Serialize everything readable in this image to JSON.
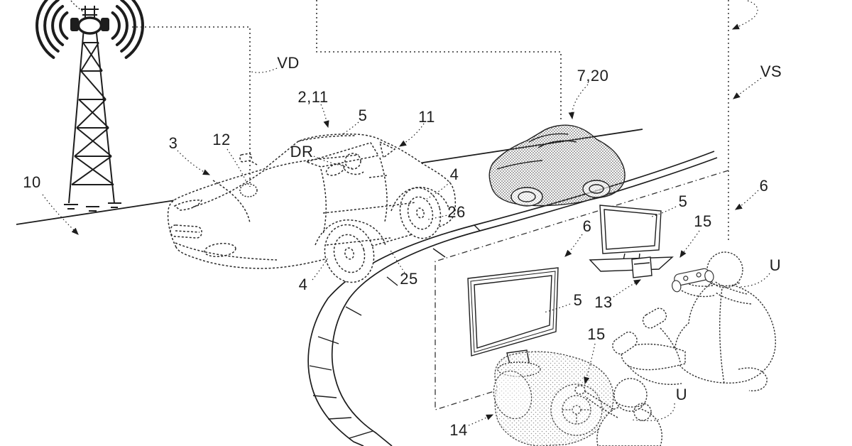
{
  "figure": {
    "background_color": "#ffffff",
    "ink_color": "#1d1d1d",
    "labels": [
      {
        "text": "10"
      },
      {
        "text": "VD"
      },
      {
        "text": "2,11"
      },
      {
        "text": "5"
      },
      {
        "text": "11"
      },
      {
        "text": "3"
      },
      {
        "text": "12"
      },
      {
        "text": "DR"
      },
      {
        "text": "4"
      },
      {
        "text": "26"
      },
      {
        "text": "25"
      },
      {
        "text": "4"
      },
      {
        "text": "7,20"
      },
      {
        "text": "VS"
      },
      {
        "text": "6"
      },
      {
        "text": "6"
      },
      {
        "text": "5"
      },
      {
        "text": "15"
      },
      {
        "text": "13"
      },
      {
        "text": "5"
      },
      {
        "text": "15"
      },
      {
        "text": "14"
      },
      {
        "text": "U"
      },
      {
        "text": "U"
      }
    ],
    "components": [
      "radio-mast-tower",
      "radio-wave-arcs",
      "signal-dotted-line",
      "vehicle-sports-car",
      "driver-helmet",
      "opponent-vehicle-shaded",
      "race-track-edge",
      "kerb-strip",
      "boundary-dash-dot-region",
      "tv-monitor-small",
      "game-console",
      "tv-monitor-large",
      "racing-simulator",
      "steering-wheel",
      "gamepad-controller",
      "seated-user-gamepad",
      "seated-user-simulator"
    ]
  }
}
